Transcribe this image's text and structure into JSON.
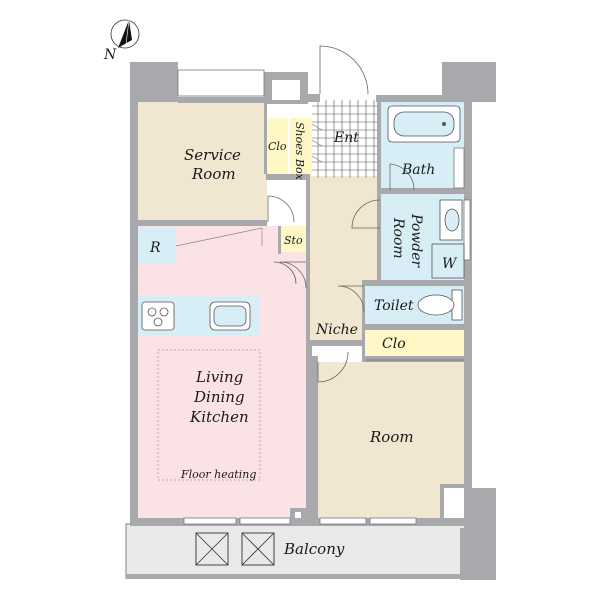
{
  "compass": {
    "label": "N"
  },
  "rooms": {
    "service_room": [
      "Service",
      "Room"
    ],
    "closet_1": "Clo",
    "shoes_box": "Shoes Box",
    "entrance": "Ent",
    "bath": "Bath",
    "powder_room": [
      "Powder",
      "Room"
    ],
    "washer": "W",
    "refrigerator": "R",
    "storage": "Sto",
    "toilet": "Toilet",
    "niche": "Niche",
    "closet_2": "Clo",
    "ldk": [
      "Living",
      "Dining",
      "Kitchen"
    ],
    "floor_heating": "Floor heating",
    "room": "Room",
    "balcony": "Balcony"
  },
  "colors": {
    "wall": "#a7a9ac",
    "service_room": "#f1e6cf",
    "ldk": "#fbe3e5",
    "wet_area": "#d7eef6",
    "closet": "#fff7c6",
    "hall": "#f1e6cf",
    "balcony": "#e8e9e9"
  }
}
